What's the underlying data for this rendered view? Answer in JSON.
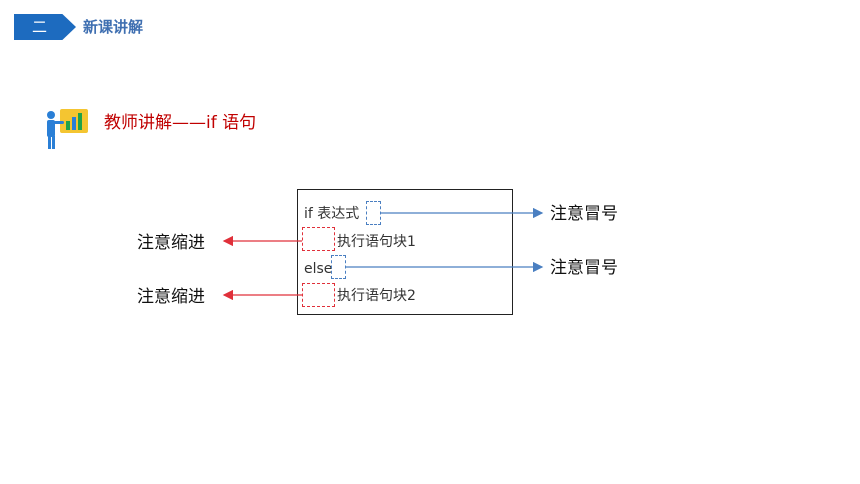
{
  "header": {
    "badge_label": "二",
    "section_title": "新课讲解"
  },
  "lecture": {
    "heading": "教师讲解——if 语句",
    "icon": "teacher-presenting-chart-icon"
  },
  "code": {
    "line_if": "if 表达式",
    "line_block1": "执行语句块1",
    "line_else": "else",
    "line_block2": "执行语句块2"
  },
  "annotations": {
    "colon_note_1": "注意冒号",
    "colon_note_2": "注意冒号",
    "indent_note_1": "注意缩进",
    "indent_note_2": "注意缩进"
  },
  "colors": {
    "badge": "#1d6bbf",
    "section_title": "#3f6fb1",
    "heading": "#c00000",
    "colon_marker": "#4a7fc1",
    "indent_marker": "#e0303a"
  }
}
